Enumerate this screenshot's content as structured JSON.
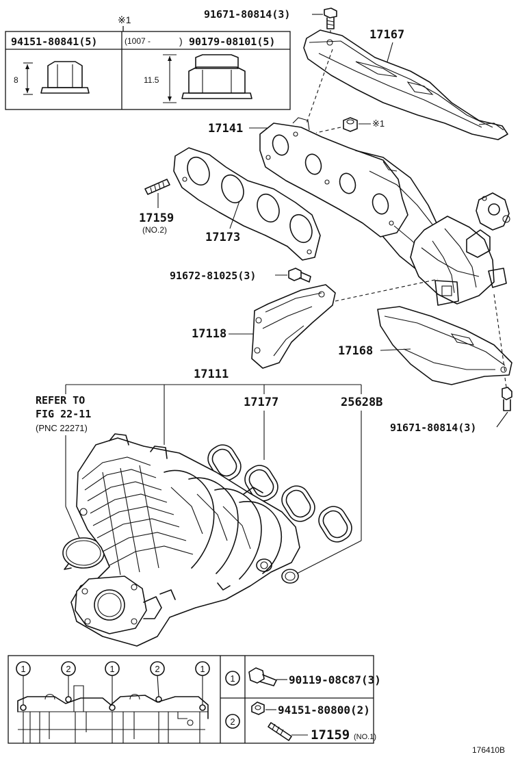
{
  "callouts": {
    "bolt_top": "91671-80814(3)",
    "heat_insulator_upper": "17167",
    "exhaust_manifold": "17141",
    "note_mark_nut": "※1",
    "stud_upper": "17159",
    "stud_upper_sub": "(NO.2)",
    "gasket_exhaust": "17173",
    "bolt_mid": "91672-81025(3)",
    "stay": "17118",
    "heat_insulator_lower": "17168",
    "intake_manifold": "17111",
    "refer_line1": "REFER TO",
    "refer_line2": "FIG 22-11",
    "refer_line3": "(PNC 22271)",
    "gasket_intake": "17177",
    "gasket_ring": "25628B",
    "bolt_lower": "91671-80814(3)",
    "figure_id": "176410B"
  },
  "nut_table": {
    "header_mark": "※1",
    "left_part": "94151-80841(5)",
    "right_range": "(1007 -",
    "right_close": ")",
    "right_part": "90179-08101(5)",
    "left_dim": "8",
    "right_dim": "11.5"
  },
  "legend": {
    "circle_1": "1",
    "circle_2": "2",
    "item1_part": "90119-08C87(3)",
    "item2_part": "94151-80800(2)",
    "item2_stud": "17159",
    "item2_stud_sub": "(NO.1)"
  }
}
